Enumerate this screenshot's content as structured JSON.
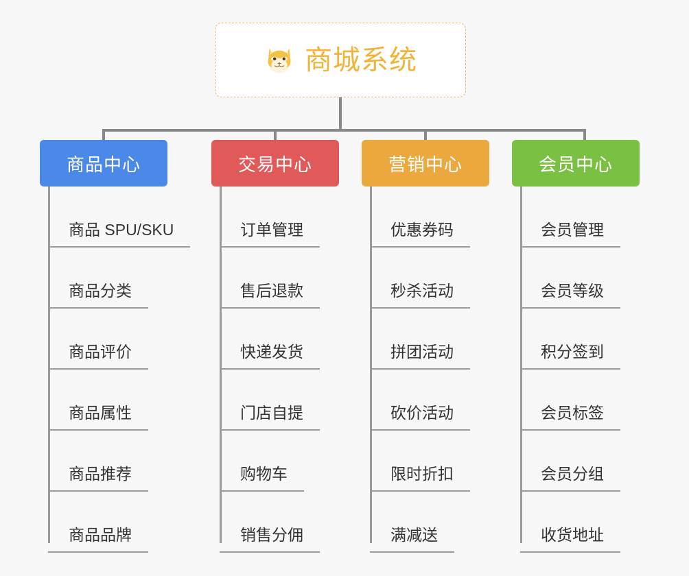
{
  "root": {
    "title": "商城系统",
    "icon": "shiba-dog-face-emoji",
    "title_color": "#f0b43c",
    "border_color": "#e8b96a",
    "background": "#ffffff"
  },
  "canvas": {
    "background": "#f7f7f7",
    "connector_color": "#888888"
  },
  "columns": [
    {
      "label": "商品中心",
      "color": "#4a89e8",
      "items": [
        "商品 SPU/SKU",
        "商品分类",
        "商品评价",
        "商品属性",
        "商品推荐",
        "商品品牌"
      ]
    },
    {
      "label": "交易中心",
      "color": "#e05a5a",
      "items": [
        "订单管理",
        "售后退款",
        "快递发货",
        "门店自提",
        "购物车",
        "销售分佣"
      ]
    },
    {
      "label": "营销中心",
      "color": "#eba83e",
      "items": [
        "优惠券码",
        "秒杀活动",
        "拼团活动",
        "砍价活动",
        "限时折扣",
        "满减送"
      ]
    },
    {
      "label": "会员中心",
      "color": "#7ac143",
      "items": [
        "会员管理",
        "会员等级",
        "积分签到",
        "会员标签",
        "会员分组",
        "收货地址"
      ]
    }
  ]
}
